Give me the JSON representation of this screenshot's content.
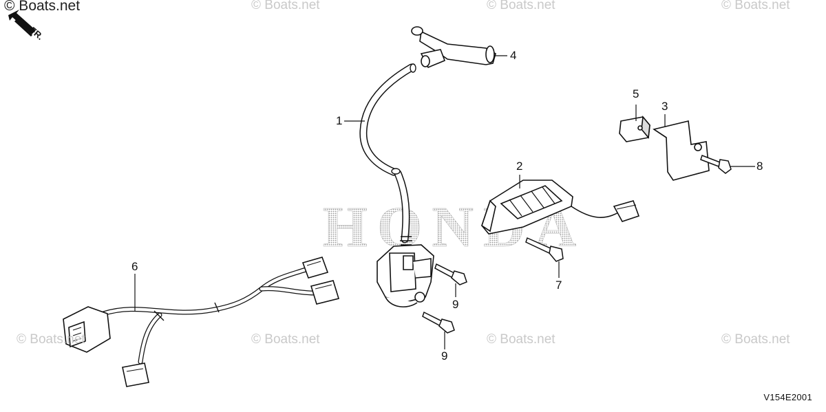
{
  "watermarks": [
    "© Boats.net",
    "© Boats.net",
    "© Boats.net",
    "© Boats.net",
    "© Boats.net",
    "© Boats.net",
    "© Boats.net",
    "© Boats.net"
  ],
  "brand_mark": "HONDA",
  "direction_label": "FR.",
  "diagram_code": "V154E2001",
  "callouts": {
    "c1": "1",
    "c2": "2",
    "c3": "3",
    "c4": "4",
    "c5": "5",
    "c6": "6",
    "c7": "7",
    "c8": "8",
    "c9a": "9",
    "c9b": "9"
  }
}
